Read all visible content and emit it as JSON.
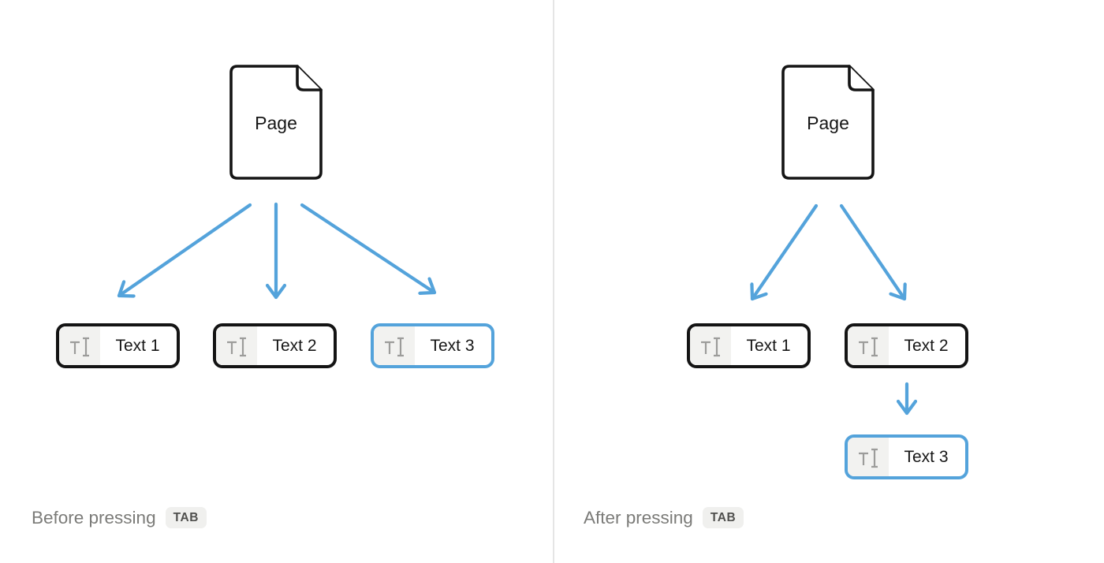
{
  "colors": {
    "accent": "#54A3DB",
    "outline": "#141414",
    "muted-text": "#7B7B78",
    "icon-gray": "#9C9C9A",
    "icon-cell-bg": "#F2F2F0",
    "divider": "#E5E5E5",
    "badge-bg": "#F0F0EE",
    "badge-text": "#50504E"
  },
  "icons": {
    "block_icon": "text-cursor-icon",
    "page_icon": "document-page-icon"
  },
  "panels": {
    "before": {
      "page_label": "Page",
      "blocks": [
        {
          "label": "Text 1",
          "highlighted": false
        },
        {
          "label": "Text 2",
          "highlighted": false
        },
        {
          "label": "Text 3",
          "highlighted": true
        }
      ],
      "caption": "Before pressing",
      "key_label": "TAB"
    },
    "after": {
      "page_label": "Page",
      "blocks": [
        {
          "label": "Text 1",
          "highlighted": false
        },
        {
          "label": "Text 2",
          "highlighted": false
        },
        {
          "label": "Text 3",
          "highlighted": true
        }
      ],
      "caption": "After pressing",
      "key_label": "TAB"
    }
  }
}
